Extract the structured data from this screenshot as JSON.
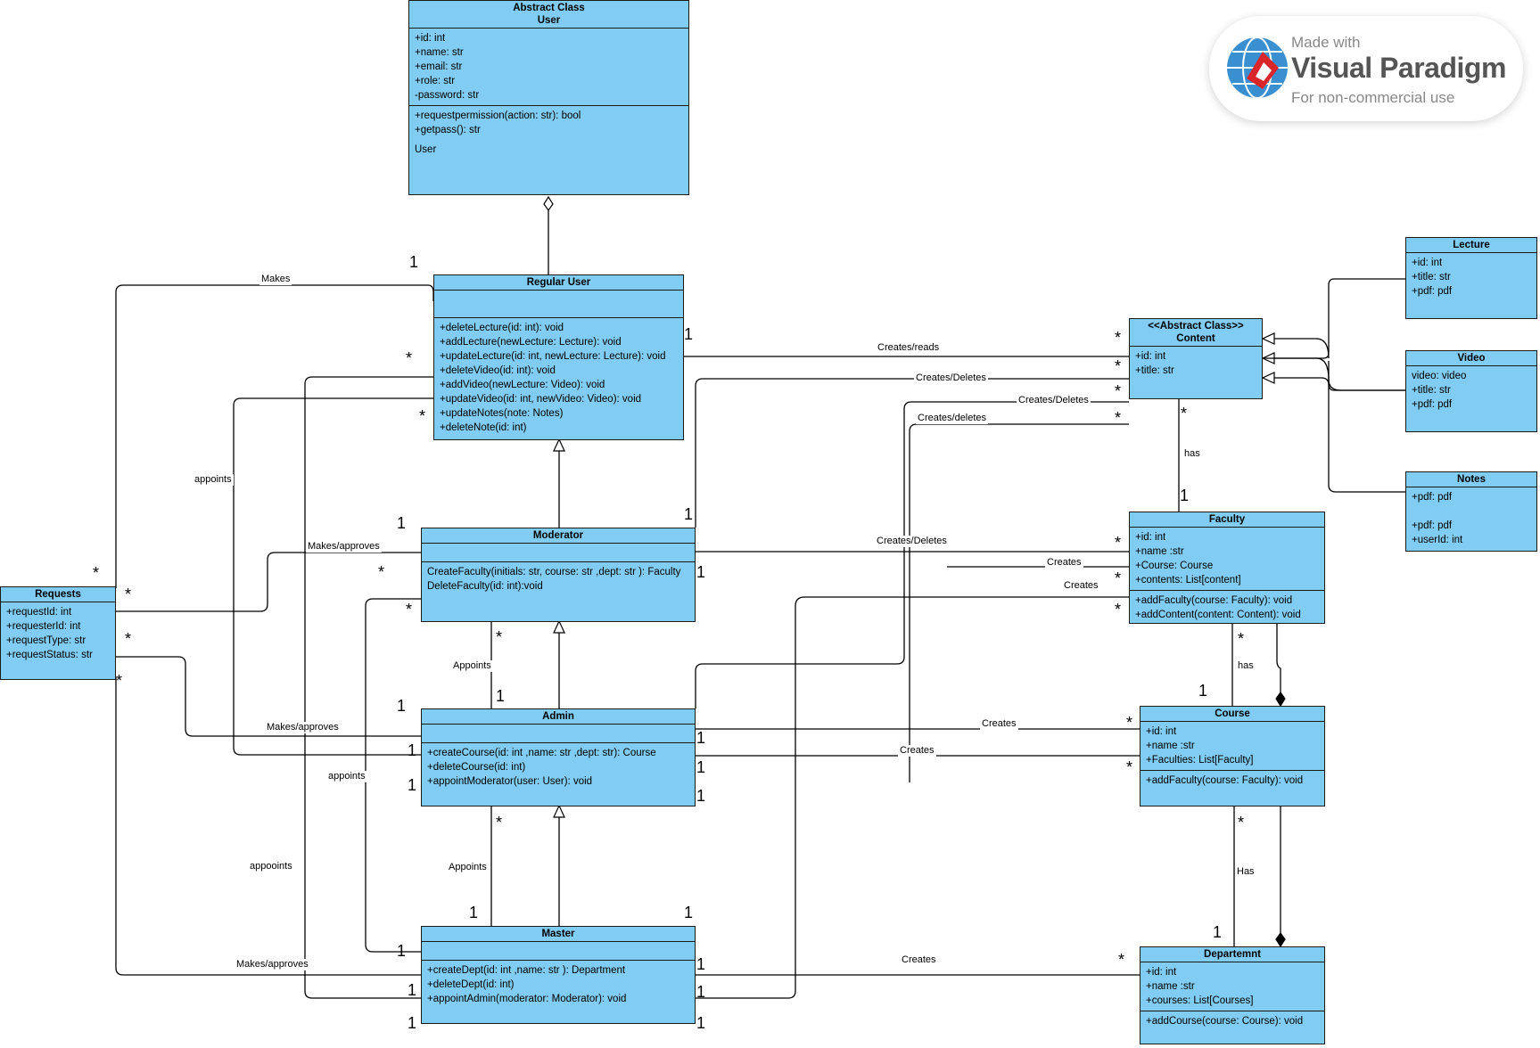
{
  "watermark": {
    "made": "Made with",
    "brand": "Visual Paradigm",
    "note": "For non-commercial use"
  },
  "classes": {
    "user": {
      "title": "Abstract Class",
      "subtitle": "User",
      "attrs": [
        "+id: int",
        "+name: str",
        "+email: str",
        "+role: str",
        "-password: str"
      ],
      "methods": [
        "+requestpermission(action: str): bool",
        "+getpass(): str"
      ],
      "extra": "User"
    },
    "regular_user": {
      "title": "Regular User",
      "attrs": [],
      "methods": [
        "+deleteLecture(id: int): void",
        "+addLecture(newLecture: Lecture):  void",
        "+updateLecture(id: int, newLecture: Lecture): void",
        "+deleteVideo(id: int): void",
        "+addVideo(newLecture: Video):  void",
        "+updateVideo(id: int, newVideo: Video): void",
        "+updateNotes(note: Notes)",
        "+deleteNote(id: int)"
      ]
    },
    "moderator": {
      "title": "Moderator",
      "attrs": [],
      "methods": [
        "CreateFaculty(initials: str, course: str ,dept: str ): Faculty",
        "DeleteFaculty(id: int):void"
      ]
    },
    "admin": {
      "title": "Admin",
      "attrs": [],
      "methods": [
        "+createCourse(id: int ,name: str ,dept: str): Course",
        "+deleteCourse(id: int)",
        "+appointModerator(user: User): void"
      ]
    },
    "master": {
      "title": "Master",
      "attrs": [],
      "methods": [
        "+createDept(id: int ,name: str ): Department",
        "+deleteDept(id: int)",
        "+appointAdmin(moderator: Moderator): void"
      ]
    },
    "requests": {
      "title": "Requests",
      "attrs": [
        "+requestId: int",
        "+requesterId: int",
        "+requestType: str",
        "+requestStatus: str"
      ]
    },
    "content": {
      "title": "<<Abstract Class>>",
      "subtitle": "Content",
      "attrs": [
        "+id: int",
        "+title: str"
      ]
    },
    "faculty": {
      "title": "Faculty",
      "attrs": [
        "+id: int",
        "+name :str",
        "+Course: Course",
        "+contents: List[content]"
      ],
      "methods": [
        "+addFaculty(course: Faculty): void",
        "+addContent(content: Content): void"
      ]
    },
    "course": {
      "title": "Course",
      "attrs": [
        "+id: int",
        "+name :str",
        "+Faculties: List[Faculty]"
      ],
      "methods": [
        "+addFaculty(course: Faculty): void"
      ]
    },
    "department": {
      "title": "Departemnt",
      "attrs": [
        "+id: int",
        "+name :str",
        "+courses: List[Courses]"
      ],
      "methods": [
        "+addCourse(course: Course): void"
      ]
    },
    "lecture": {
      "title": "Lecture",
      "attrs": [
        "+id: int",
        "+title: str",
        "+pdf: pdf"
      ]
    },
    "video": {
      "title": "Video",
      "attrs": [
        "video: video",
        "+title: str",
        "+pdf: pdf"
      ]
    },
    "notes": {
      "title": "Notes",
      "attrs": [
        "+pdf: pdf",
        "",
        "+pdf: pdf",
        "+userId: int"
      ]
    }
  },
  "labels": {
    "makes": "Makes",
    "makes_approves": "Makes/approves",
    "appoints": "appoints",
    "appoints_cap": "Appoints",
    "appoints_typo": "appoints",
    "appooints": "appooints",
    "creates_reads": "Creates/reads",
    "creates_deletes": "Creates/Deletes",
    "creates_deletes_lower": "Creates/deletes",
    "creates": "Creates",
    "has": "has",
    "has_cap": "Has"
  },
  "multiplicity": {
    "one": "1",
    "many": "*"
  }
}
